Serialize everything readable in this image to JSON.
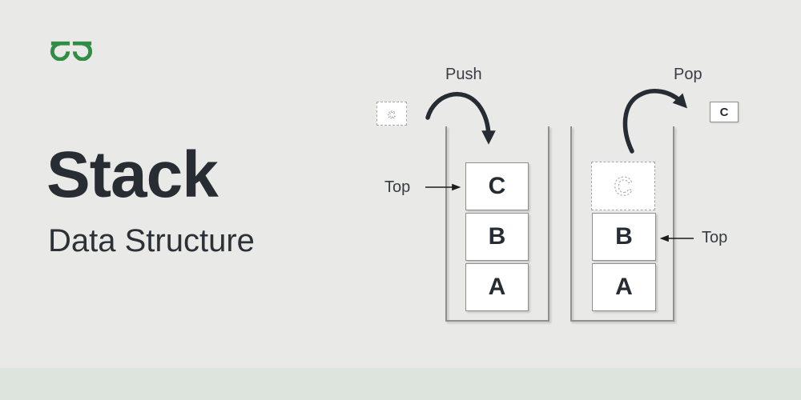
{
  "colors": {
    "background": "#e9e9e7",
    "footer_strip": "#dde4de",
    "ink": "#2b3137",
    "label_gray": "#373d42",
    "brand_green": "#2f8d46",
    "box_border": "#8f8f8f",
    "dashed_gray": "#a6a6a6"
  },
  "icons": {
    "logo": "geeksforgeeks-logo",
    "push_arrow": "curved-arrow-down-right",
    "pop_arrow": "curved-arrow-up-right",
    "top_pointer": "straight-arrow"
  },
  "title": {
    "heading": "Stack",
    "subheading": "Data Structure"
  },
  "push": {
    "label": "Push",
    "incoming_item": "C",
    "top_label": "Top",
    "items": [
      "C",
      "B",
      "A"
    ]
  },
  "pop": {
    "label": "Pop",
    "popped_item": "C",
    "ghost_item": "C",
    "top_label": "Top",
    "items": [
      "B",
      "A"
    ]
  }
}
